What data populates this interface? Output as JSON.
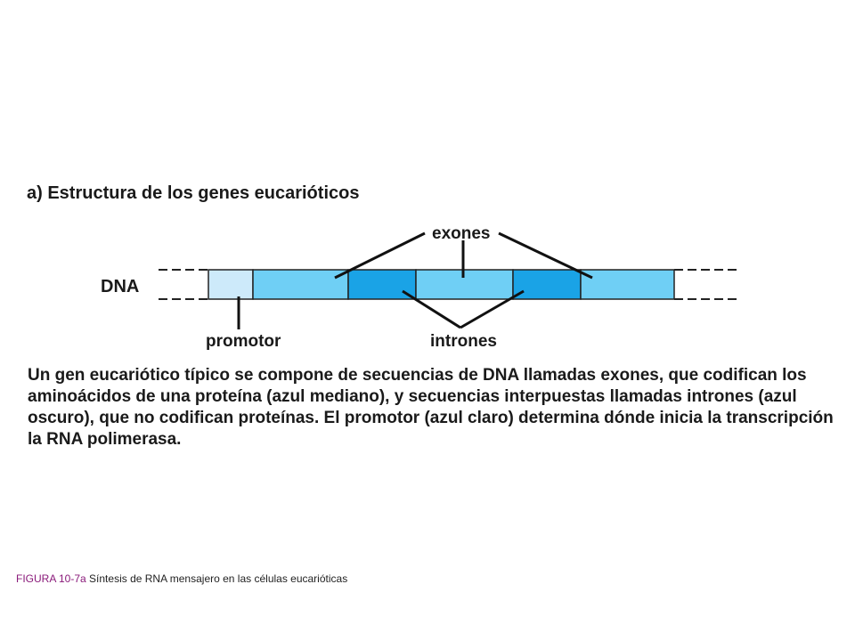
{
  "heading": "a) Estructura de los genes eucarióticos",
  "labels": {
    "dna": "DNA",
    "exones": "exones",
    "promotor": "promotor",
    "intrones": "intrones"
  },
  "description": "Un gen eucariótico típico se compone de secuencias de DNA llamadas exones, que codifican los aminoácidos de una proteína (azul mediano), y secuencias interpuestas llamadas intrones (azul oscuro), que no codifican proteínas. El promotor (azul claro) determina dónde inicia la transcripción la RNA polimerasa.",
  "caption": {
    "figure": "FIGURA 10-7a",
    "text": "Síntesis de RNA mensajero en las células eucarióticas"
  },
  "colors": {
    "promotor": "#cdeafa",
    "exon": "#6fcff5",
    "intron": "#1aa3e6"
  }
}
